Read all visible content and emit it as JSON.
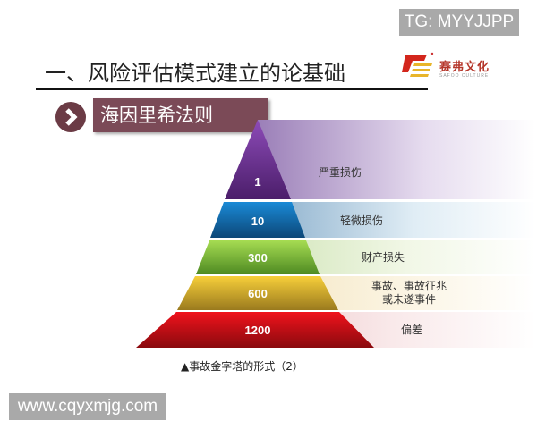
{
  "watermark_top": "TG: MYYJJPP",
  "header": {
    "title": "一、风险评估模式建立的论基础",
    "logo": {
      "name_zh": "赛弗文化",
      "name_en": "SAFOO CULTURE"
    }
  },
  "section": {
    "icon": "chevron-right-icon",
    "title": "海因里希法则"
  },
  "pyramid": {
    "levels": [
      {
        "value": "1",
        "label": "严重损伤",
        "color": "#6a2a8e"
      },
      {
        "value": "10",
        "label": "轻微损伤",
        "color": "#1670b8"
      },
      {
        "value": "300",
        "label": "财产损失",
        "color": "#7cbf3a"
      },
      {
        "value": "600",
        "label_line1": "事故、事故征兆",
        "label_line2": "或未遂事件",
        "color": "#e3b52a"
      },
      {
        "value": "1200",
        "label": "偏差",
        "color": "#d9101a"
      }
    ]
  },
  "caption": "▲事故金字塔的形式（2）",
  "watermark_bottom": "www.cqyxmjg.com",
  "chart_data": {
    "type": "pyramid",
    "title": "海因里希法则",
    "categories": [
      "严重损伤",
      "轻微损伤",
      "财产损失",
      "事故、事故征兆或未遂事件",
      "偏差"
    ],
    "values": [
      1,
      10,
      300,
      600,
      1200
    ],
    "caption": "▲事故金字塔的形式（2）"
  }
}
